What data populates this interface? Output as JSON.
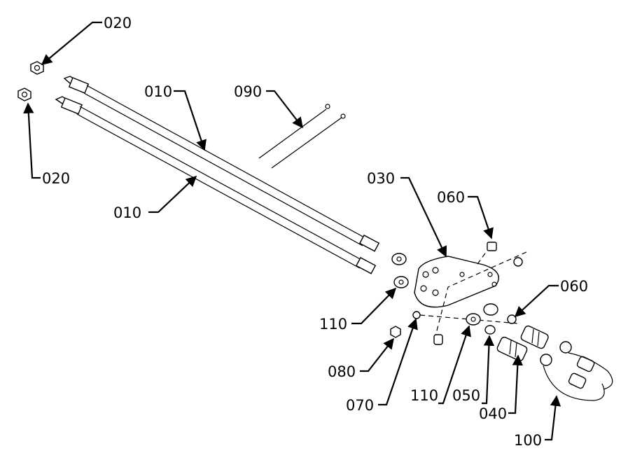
{
  "callouts": {
    "c020_top": "020",
    "c020_left": "020",
    "c010_top": "010",
    "c010_bottom": "010",
    "c090": "090",
    "c030": "030",
    "c060_top": "060",
    "c060_right": "060",
    "c110_left": "110",
    "c110_bottom": "110",
    "c080": "080",
    "c070": "070",
    "c050": "050",
    "c040": "040",
    "c100": "100"
  }
}
